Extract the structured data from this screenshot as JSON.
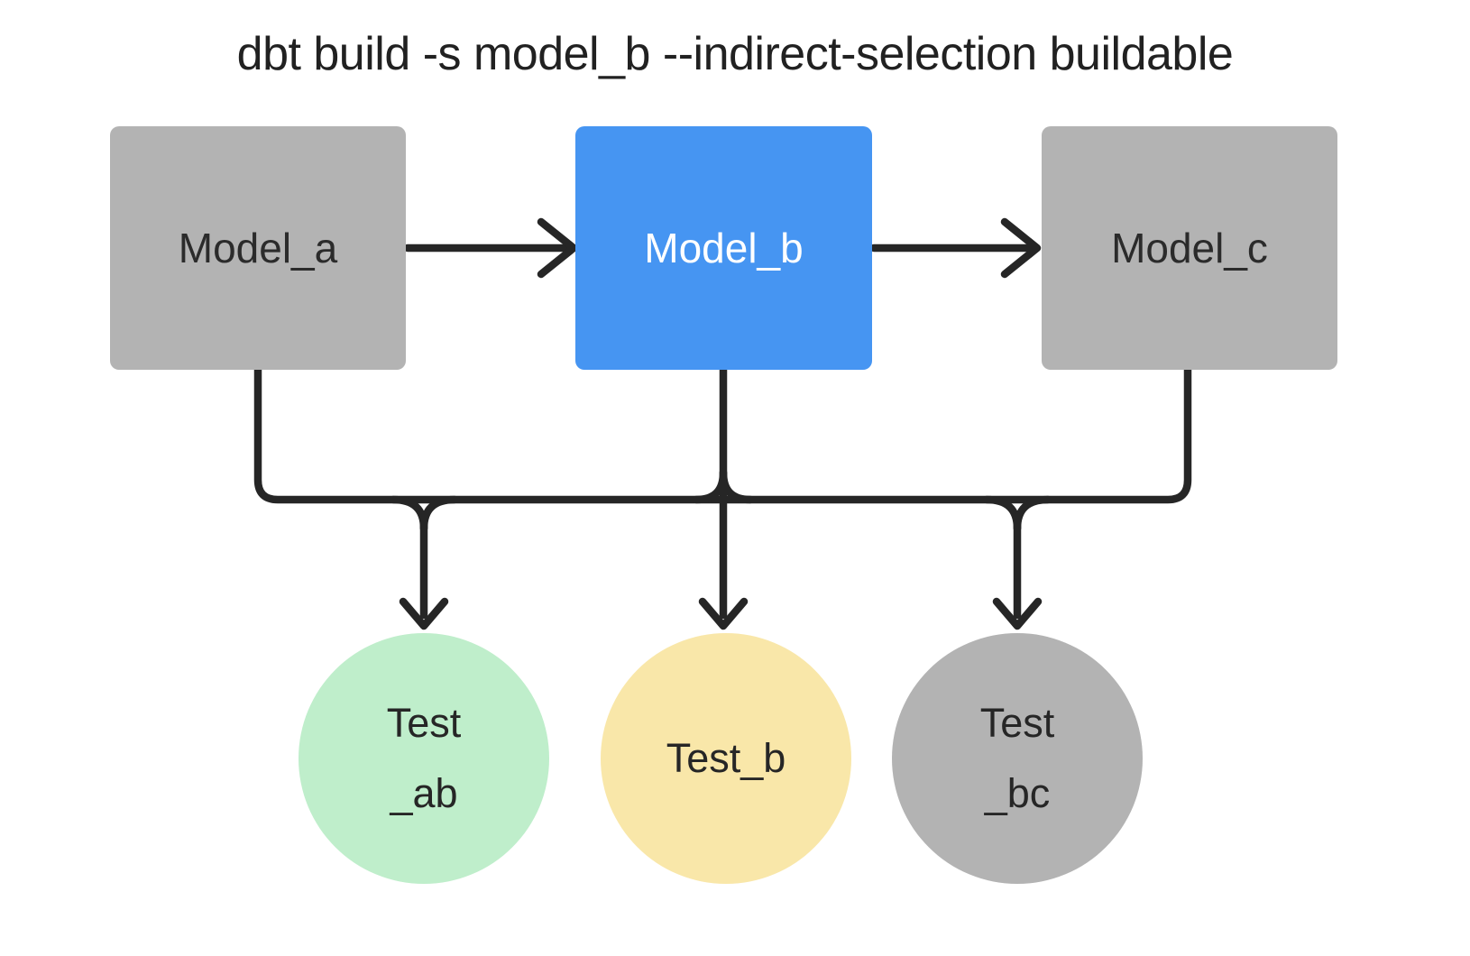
{
  "title": "dbt build -s model_b --indirect-selection buildable",
  "colors": {
    "background": "#ffffff",
    "node_gray": "#b3b3b3",
    "node_selected_blue": "#4695f2",
    "test_green": "#bfeecb",
    "test_yellow": "#f9e7a9",
    "test_gray": "#b3b3b3",
    "edge": "#262626",
    "text_dark": "#262626",
    "text_light": "#ffffff"
  },
  "diagram": {
    "models": [
      {
        "id": "model_a",
        "label": "Model_a",
        "color": "#b3b3b3",
        "selected": false
      },
      {
        "id": "model_b",
        "label": "Model_b",
        "color": "#4695f2",
        "selected": true
      },
      {
        "id": "model_c",
        "label": "Model_c",
        "color": "#b3b3b3",
        "selected": false
      }
    ],
    "tests": [
      {
        "id": "test_ab",
        "label_lines": [
          "Test",
          "_ab"
        ],
        "color": "#bfeecb"
      },
      {
        "id": "test_b",
        "label_lines": [
          "Test_b"
        ],
        "color": "#f9e7a9"
      },
      {
        "id": "test_bc",
        "label_lines": [
          "Test",
          "_bc"
        ],
        "color": "#b3b3b3"
      }
    ],
    "edges": [
      {
        "from": "model_a",
        "to": "model_b"
      },
      {
        "from": "model_b",
        "to": "model_c"
      },
      {
        "from": "model_a",
        "to": "test_ab"
      },
      {
        "from": "model_b",
        "to": "test_ab"
      },
      {
        "from": "model_b",
        "to": "test_b"
      },
      {
        "from": "model_b",
        "to": "test_bc"
      },
      {
        "from": "model_c",
        "to": "test_bc"
      }
    ]
  }
}
